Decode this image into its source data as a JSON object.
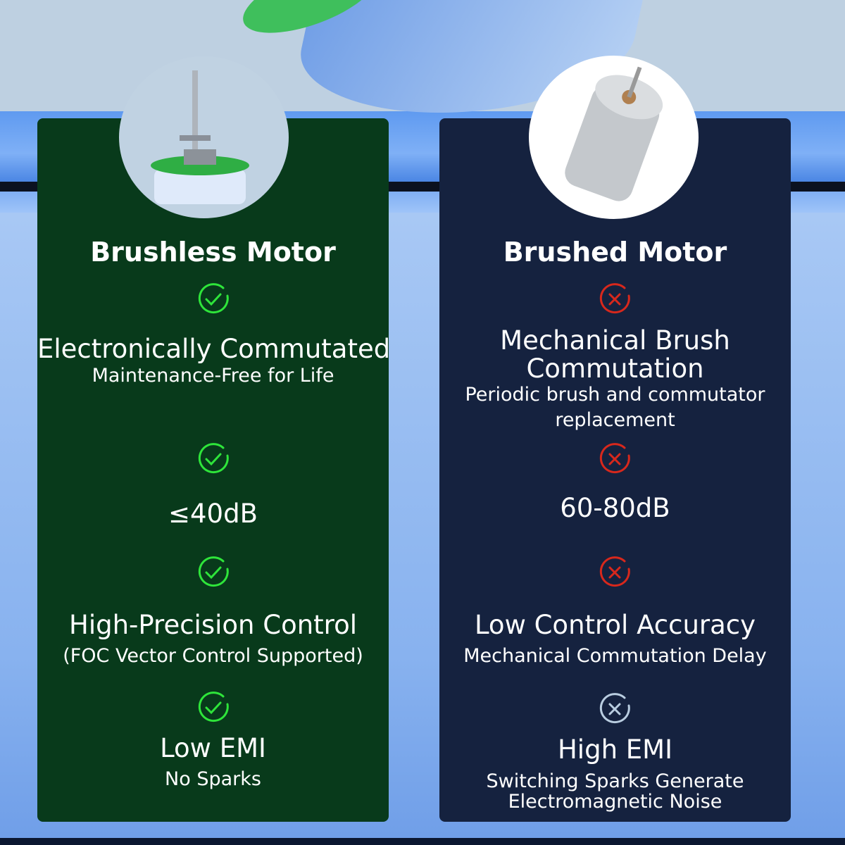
{
  "brushless": {
    "title": "Brushless Motor",
    "items": [
      {
        "main": "Electronically Commutated",
        "sub": "Maintenance-Free for Life"
      },
      {
        "main": "≤40dB"
      },
      {
        "main": "High-Precision Control",
        "sub": "(FOC Vector Control Supported)"
      },
      {
        "main": "Low EMI",
        "sub": "No Sparks"
      }
    ]
  },
  "brushed": {
    "title": "Brushed Motor",
    "items": [
      {
        "main1": "Mechanical Brush",
        "main2": "Commutation",
        "sub1": "Periodic brush and commutator",
        "sub2": "replacement"
      },
      {
        "main": "60-80dB"
      },
      {
        "main": "Low Control Accuracy",
        "sub": "Mechanical Commutation Delay"
      },
      {
        "main": "High EMI",
        "sub1": "Switching Sparks Generate",
        "sub2": "Electromagnetic Noise"
      }
    ]
  },
  "colors": {
    "check": "#2ee53a",
    "cross": "#d8281c",
    "cross_muted": "#b9cde0",
    "left_panel": "#083a1b",
    "right_panel": "#15223f"
  }
}
